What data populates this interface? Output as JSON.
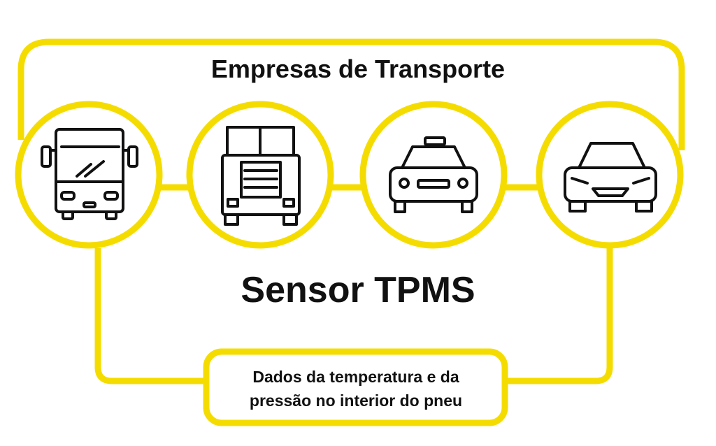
{
  "colors": {
    "accent": "#f5dc00",
    "text": "#111111"
  },
  "title": "Empresas de Transporte",
  "vehicles": [
    {
      "icon": "bus-icon"
    },
    {
      "icon": "truck-icon"
    },
    {
      "icon": "taxi-icon"
    },
    {
      "icon": "car-icon"
    }
  ],
  "center_label": "Sensor TPMS",
  "output_box": {
    "line1": "Dados da temperatura e da",
    "line2": "pressão no interior do pneu"
  }
}
